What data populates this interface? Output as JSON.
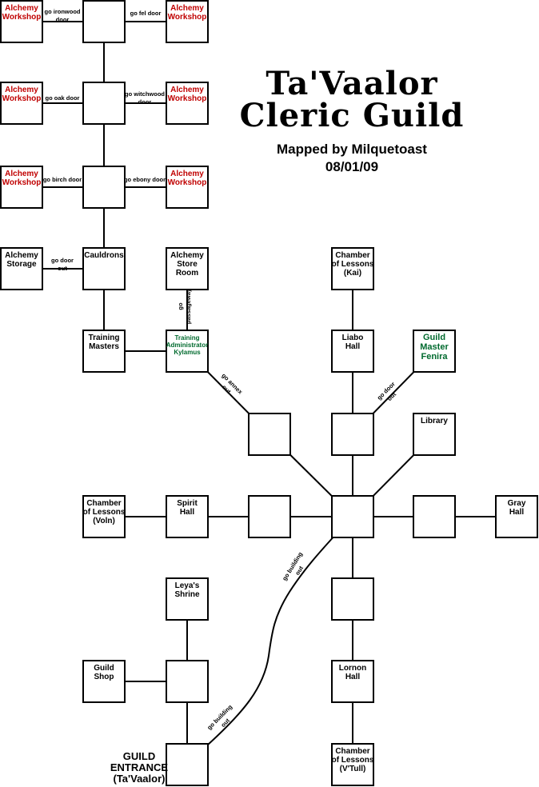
{
  "title": {
    "line1": "Ta'Vaalor",
    "line2": "Cleric Guild",
    "mapped_by": "Mapped by Milquetoast",
    "date": "08/01/09"
  },
  "colors": {
    "red": "#c00000",
    "green": "#006a2e",
    "black": "#000000"
  },
  "rooms": [
    {
      "id": "ws1",
      "lines": [
        "Alchemy",
        "Workshop"
      ],
      "color": "red"
    },
    {
      "id": "c1",
      "lines": []
    },
    {
      "id": "ws2",
      "lines": [
        "Alchemy",
        "Workshop"
      ],
      "color": "red"
    },
    {
      "id": "ws3",
      "lines": [
        "Alchemy",
        "Workshop"
      ],
      "color": "red"
    },
    {
      "id": "c2",
      "lines": []
    },
    {
      "id": "ws4",
      "lines": [
        "Alchemy",
        "Workshop"
      ],
      "color": "red"
    },
    {
      "id": "ws5",
      "lines": [
        "Alchemy",
        "Workshop"
      ],
      "color": "red"
    },
    {
      "id": "c3",
      "lines": []
    },
    {
      "id": "ws6",
      "lines": [
        "Alchemy",
        "Workshop"
      ],
      "color": "red"
    },
    {
      "id": "storage",
      "lines": [
        "Alchemy",
        "Storage"
      ]
    },
    {
      "id": "cauldrons",
      "lines": [
        "Cauldrons"
      ]
    },
    {
      "id": "storeroom",
      "lines": [
        "Alchemy",
        "Store",
        "Room"
      ]
    },
    {
      "id": "kai",
      "lines": [
        "Chamber",
        "of Lessons",
        "(Kai)"
      ]
    },
    {
      "id": "tmasters",
      "lines": [
        "Training",
        "Masters"
      ]
    },
    {
      "id": "tadmin",
      "lines": [
        "Training",
        "Administrator",
        "Kylamus"
      ],
      "color": "green",
      "size": "sm"
    },
    {
      "id": "liabo",
      "lines": [
        "Liabo",
        "Hall"
      ]
    },
    {
      "id": "fenira",
      "lines": [
        "Guild",
        "Master",
        "Fenira"
      ],
      "color": "green",
      "size": "lg"
    },
    {
      "id": "annex",
      "lines": []
    },
    {
      "id": "nhub",
      "lines": []
    },
    {
      "id": "library",
      "lines": [
        "Library"
      ]
    },
    {
      "id": "voln",
      "lines": [
        "Chamber",
        "of Lessons",
        "(Voln)"
      ]
    },
    {
      "id": "spirit",
      "lines": [
        "Spirit",
        "Hall"
      ]
    },
    {
      "id": "whub",
      "lines": []
    },
    {
      "id": "hub",
      "lines": []
    },
    {
      "id": "ehub",
      "lines": []
    },
    {
      "id": "gray",
      "lines": [
        "Gray",
        "Hall"
      ]
    },
    {
      "id": "leya",
      "lines": [
        "Leya's",
        "Shrine"
      ]
    },
    {
      "id": "shub",
      "lines": []
    },
    {
      "id": "shop",
      "lines": [
        "Guild",
        "Shop"
      ]
    },
    {
      "id": "junction",
      "lines": []
    },
    {
      "id": "lornon",
      "lines": [
        "Lornon",
        "Hall"
      ]
    },
    {
      "id": "entrance",
      "lines": []
    },
    {
      "id": "vtull",
      "lines": [
        "Chamber",
        "of Lessons",
        "(V'Tull)"
      ]
    }
  ],
  "entrance_label": [
    "GUILD",
    "ENTRANCE",
    "(Ta'Vaalor)"
  ],
  "paths": [
    {
      "id": "p1",
      "lines": [
        "go ironwood",
        "door"
      ]
    },
    {
      "id": "p2",
      "lines": [
        "go fel door"
      ]
    },
    {
      "id": "p3",
      "lines": [
        "go oak door"
      ]
    },
    {
      "id": "p4",
      "lines": [
        "go witchwood",
        "door"
      ]
    },
    {
      "id": "p5",
      "lines": [
        "go birch door"
      ]
    },
    {
      "id": "p6",
      "lines": [
        "go ebony door"
      ]
    },
    {
      "id": "p7",
      "lines": [
        "go door",
        "out"
      ]
    },
    {
      "id": "p8",
      "lines": [
        "go",
        "passageway"
      ]
    },
    {
      "id": "p9",
      "lines": [
        "go annex",
        "out"
      ]
    },
    {
      "id": "p10",
      "lines": [
        "go door",
        "out"
      ]
    },
    {
      "id": "p11",
      "lines": [
        "go building",
        "out"
      ]
    },
    {
      "id": "p12",
      "lines": [
        "go building",
        "out"
      ]
    }
  ]
}
